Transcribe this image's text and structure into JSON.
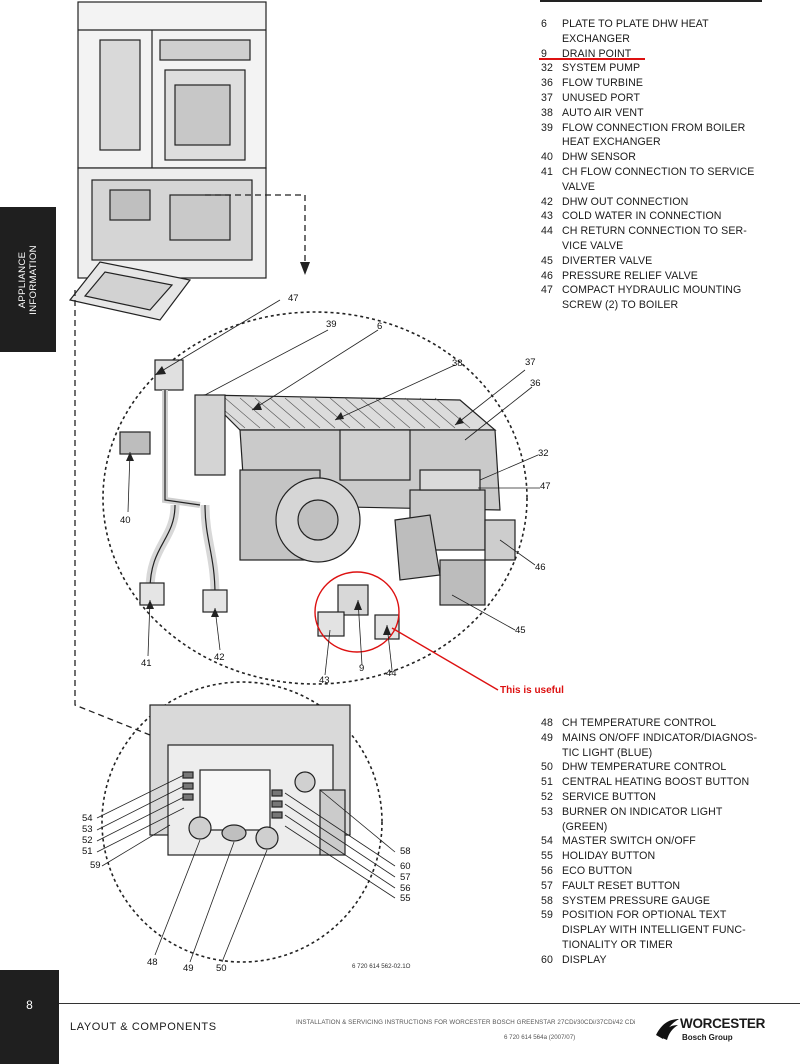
{
  "side_tab": {
    "line1": "APPLIANCE",
    "line2": "INFORMATION"
  },
  "legend_top": [
    {
      "num": "6",
      "text": "PLATE TO PLATE DHW HEAT"
    },
    {
      "num": "",
      "text": "EXCHANGER"
    },
    {
      "num": "9",
      "text": "DRAIN POINT"
    },
    {
      "num": "32",
      "text": "SYSTEM PUMP"
    },
    {
      "num": "36",
      "text": "FLOW TURBINE"
    },
    {
      "num": "37",
      "text": "UNUSED PORT"
    },
    {
      "num": "38",
      "text": "AUTO AIR VENT"
    },
    {
      "num": "39",
      "text": "FLOW CONNECTION FROM BOILER"
    },
    {
      "num": "",
      "text": "HEAT EXCHANGER"
    },
    {
      "num": "40",
      "text": "DHW SENSOR"
    },
    {
      "num": "41",
      "text": "CH FLOW CONNECTION TO SERVICE"
    },
    {
      "num": "",
      "text": "VALVE"
    },
    {
      "num": "42",
      "text": "DHW OUT CONNECTION"
    },
    {
      "num": "43",
      "text": "COLD WATER IN CONNECTION"
    },
    {
      "num": "44",
      "text": "CH RETURN CONNECTION TO SER-"
    },
    {
      "num": "",
      "text": "VICE VALVE"
    },
    {
      "num": "45",
      "text": "DIVERTER VALVE"
    },
    {
      "num": "46",
      "text": "PRESSURE RELIEF VALVE"
    },
    {
      "num": "47",
      "text": "COMPACT HYDRAULIC MOUNTING"
    },
    {
      "num": "",
      "text": "SCREW (2) TO BOILER"
    }
  ],
  "legend_bottom": [
    {
      "num": "48",
      "text": "CH TEMPERATURE CONTROL"
    },
    {
      "num": "49",
      "text": "MAINS ON/OFF INDICATOR/DIAGNOS-"
    },
    {
      "num": "",
      "text": "TIC LIGHT (BLUE)"
    },
    {
      "num": "50",
      "text": "DHW TEMPERATURE CONTROL"
    },
    {
      "num": "51",
      "text": "CENTRAL HEATING BOOST BUTTON"
    },
    {
      "num": "52",
      "text": "SERVICE BUTTON"
    },
    {
      "num": "53",
      "text": "BURNER ON INDICATOR LIGHT"
    },
    {
      "num": "",
      "text": "(GREEN)"
    },
    {
      "num": "54",
      "text": "MASTER SWITCH ON/OFF"
    },
    {
      "num": "55",
      "text": "HOLIDAY BUTTON"
    },
    {
      "num": "56",
      "text": "ECO BUTTON"
    },
    {
      "num": "57",
      "text": "FAULT RESET BUTTON"
    },
    {
      "num": "58",
      "text": "SYSTEM PRESSURE GAUGE"
    },
    {
      "num": "59",
      "text": "POSITION FOR OPTIONAL TEXT"
    },
    {
      "num": "",
      "text": "DISPLAY WITH INTELLIGENT FUNC-"
    },
    {
      "num": "",
      "text": "TIONALITY OR TIMER"
    },
    {
      "num": "60",
      "text": "DISPLAY"
    }
  ],
  "callouts_main": [
    "47",
    "39",
    "6",
    "38",
    "37",
    "36",
    "32",
    "47",
    "46",
    "45",
    "9",
    "44",
    "43",
    "42",
    "41",
    "40"
  ],
  "callouts_panel": [
    "54",
    "53",
    "52",
    "51",
    "59",
    "58",
    "60",
    "57",
    "56",
    "55",
    "48",
    "49",
    "50"
  ],
  "annotation": "This is useful",
  "drawing_code": "6 720 614 562-02.1O",
  "footer": {
    "page_number": "8",
    "section_title": "LAYOUT & COMPONENTS",
    "manual_title": "INSTALLATION & SERVICING INSTRUCTIONS FOR WORCESTER BOSCH GREENSTAR 27CDi/30CDi/37CDi/42 CDi",
    "doc_code": "6 720 614 564a (2007/07)",
    "brand": "WORCESTER",
    "brand_sub": "Bosch Group"
  },
  "colors": {
    "annotation": "#dd1111",
    "dark_tab": "#1f1f1f"
  }
}
